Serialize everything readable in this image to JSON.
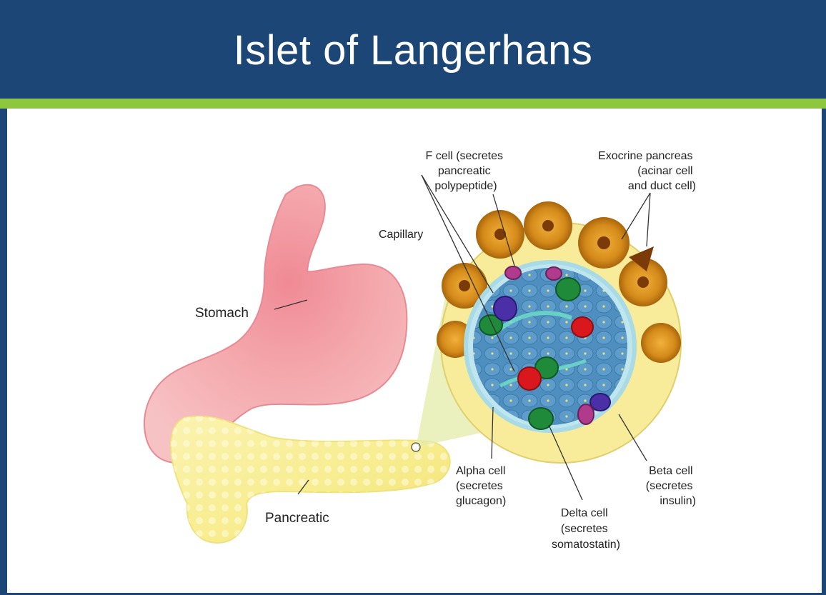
{
  "title": "Islet of Langerhans",
  "labels": {
    "stomach": "Stomach",
    "pancreatic": "Pancreatic",
    "capillary": "Capillary",
    "f_cell": [
      "F cell (secretes",
      "pancreatic",
      "polypeptide)"
    ],
    "exocrine": [
      "Exocrine pancreas",
      "(acinar cell",
      "and duct cell)"
    ],
    "alpha": [
      "Alpha cell",
      "(secretes",
      "glucagon)"
    ],
    "delta": [
      "Delta cell",
      "(secretes",
      "somatostatin)"
    ],
    "beta": [
      "Beta cell",
      "(secretes",
      "insulin)"
    ]
  },
  "colors": {
    "header": "#1c4676",
    "accent": "#8dc63f",
    "stomach": "#f4a9ad",
    "pancreas": "#f7ec8c",
    "islet_ring": "#f8ec9a",
    "acinar": "#d48a1a",
    "islet_matrix": "#4f8fbf",
    "alpha": "#1e8a3a",
    "beta": "#d9181e",
    "delta": "#4a2fa6",
    "f_cell": "#b03b8c"
  }
}
